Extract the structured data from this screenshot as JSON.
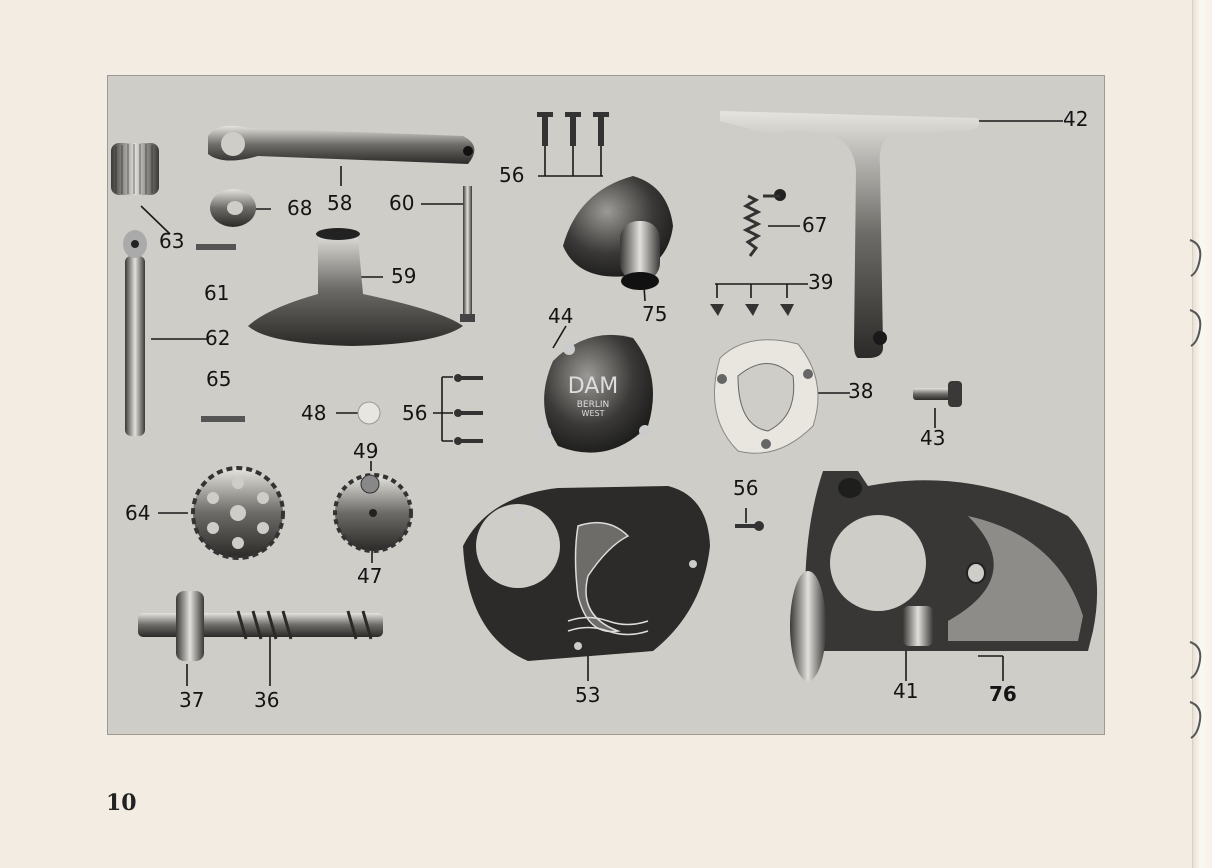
{
  "page_number": "10",
  "logo": {
    "brand": "DAM",
    "line1": "BERLIN",
    "line2": "WEST"
  },
  "callouts": {
    "c42": "42",
    "c56a": "56",
    "c58": "58",
    "c60": "60",
    "c63": "63",
    "c68": "68",
    "c67": "67",
    "c61": "61",
    "c59": "59",
    "c75": "75",
    "c39": "39",
    "c62": "62",
    "c44": "44",
    "c65": "65",
    "c48": "48",
    "c56b": "56",
    "c38": "38",
    "c43": "43",
    "c49": "49",
    "c64": "64",
    "c56c": "56",
    "c47": "47",
    "c37": "37",
    "c36": "36",
    "c53": "53",
    "c41": "41",
    "c76": "76"
  },
  "colors": {
    "paper": "#f3ece2",
    "plate": "#cfcdc7",
    "metal_dark": "#2a2a2a",
    "metal_light": "#9a9893"
  }
}
